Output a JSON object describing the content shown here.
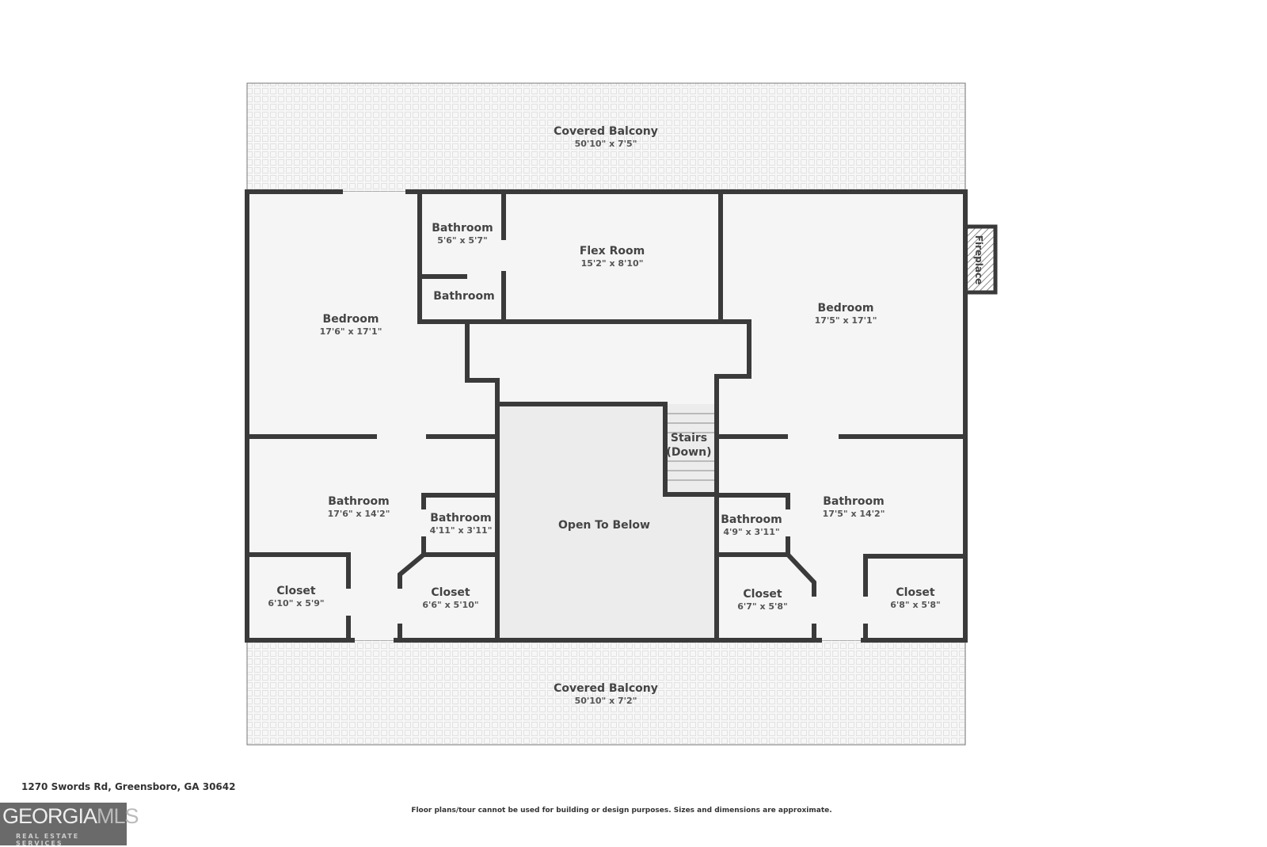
{
  "rooms": {
    "balcony_top": {
      "name": "Covered Balcony",
      "dims": "50'10\" x 7'5\""
    },
    "bedroom_left": {
      "name": "Bedroom",
      "dims": "17'6\" x 17'1\""
    },
    "bath_top": {
      "name": "Bathroom",
      "dims": "5'6\" x 5'7\""
    },
    "bath_small_top": {
      "name": "Bathroom"
    },
    "flex": {
      "name": "Flex Room",
      "dims": "15'2\" x 8'10\""
    },
    "bedroom_right": {
      "name": "Bedroom",
      "dims": "17'5\" x 17'1\""
    },
    "fireplace": {
      "name": "Fireplace"
    },
    "stairs": {
      "name": "Stairs",
      "sub": "(Down)"
    },
    "bath_left": {
      "name": "Bathroom",
      "dims": "17'6\" x 14'2\""
    },
    "bath_left_small": {
      "name": "Bathroom",
      "dims": "4'11\" x 3'11\""
    },
    "open": {
      "name": "Open To Below"
    },
    "bath_right_small": {
      "name": "Bathroom",
      "dims": "4'9\" x 3'11\""
    },
    "bath_right": {
      "name": "Bathroom",
      "dims": "17'5\" x 14'2\""
    },
    "closet_1": {
      "name": "Closet",
      "dims": "6'10\" x 5'9\""
    },
    "closet_2": {
      "name": "Closet",
      "dims": "6'6\" x 5'10\""
    },
    "closet_3": {
      "name": "Closet",
      "dims": "6'7\" x 5'8\""
    },
    "closet_4": {
      "name": "Closet",
      "dims": "6'8\" x 5'8\""
    },
    "balcony_bottom": {
      "name": "Covered Balcony",
      "dims": "50'10\" x 7'2\""
    }
  },
  "footer": {
    "address": "1270 Swords Rd, Greensboro, GA 30642",
    "disclaimer": "Floor plans/tour cannot be used for building or design purposes. Sizes and dimensions are approximate.",
    "logo_main": "GEORGIA",
    "logo_accent": "MLS",
    "logo_sub": "REAL ESTATE SERVICES"
  }
}
